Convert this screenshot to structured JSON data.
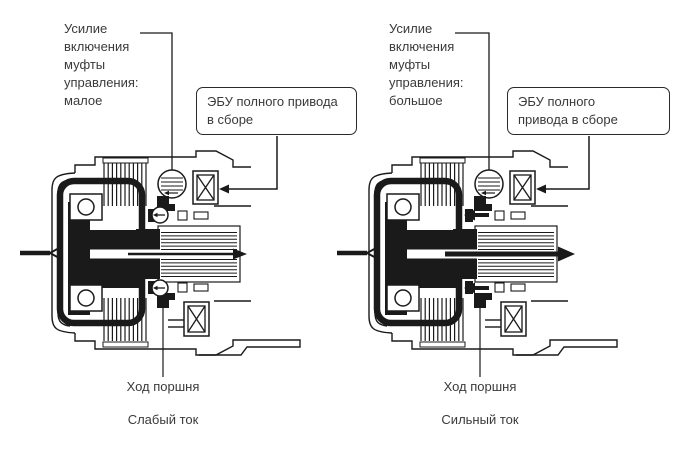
{
  "colors": {
    "background": "#ffffff",
    "line": "#1a1a1a",
    "text": "#3a3a3a"
  },
  "diagrams": [
    {
      "id": "weak-current",
      "engagement_force_label": [
        "Усилие",
        "включения",
        "муфты",
        "управления:",
        "малое"
      ],
      "ecu_label": [
        "ЭБУ полного привода",
        "в сборе"
      ],
      "piston_stroke_label": "Ход поршня",
      "current_label": "Слабый ток",
      "piston_marker_style": "circle-arrow",
      "output_arrow_style": "thin"
    },
    {
      "id": "strong-current",
      "engagement_force_label": [
        "Усилие",
        "включения",
        "муфты",
        "управления:",
        "большое"
      ],
      "ecu_label": [
        "ЭБУ полного",
        "привода в сборе"
      ],
      "piston_stroke_label": "Ход поршня",
      "current_label": "Сильный ток",
      "piston_marker_style": "bold-arrow",
      "output_arrow_style": "bold"
    }
  ],
  "icons": {
    "solenoid": "crossed-box-icon",
    "bearing": "circle-in-rect-icon",
    "pilot_clutch": "circle-highlight-icon",
    "torque_flow": "arrow-icon"
  }
}
